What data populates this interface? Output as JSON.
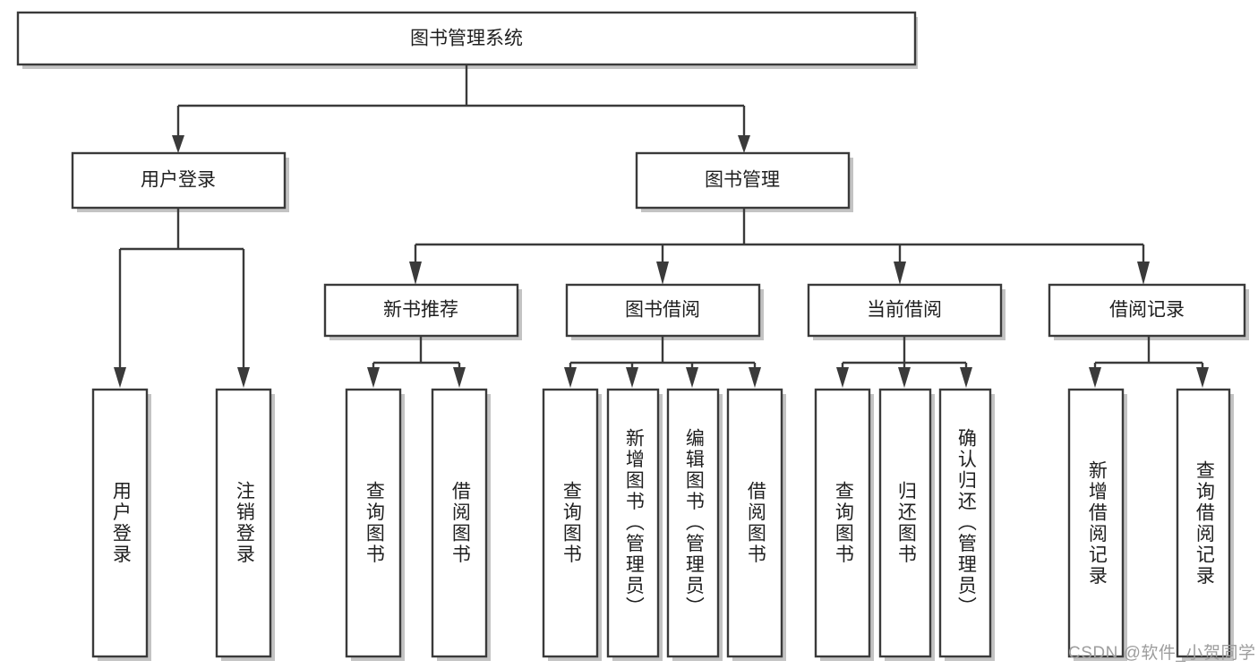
{
  "diagram": {
    "title": "图书管理系统",
    "type": "tree-hierarchy",
    "watermark": "CSDN @软件_小贺同学",
    "colors": {
      "stroke": "#3a3a3a",
      "fill": "#ffffff",
      "text": "#1f1f1f",
      "shadow": "#b9b9b9",
      "watermark": "#9d9d9d"
    },
    "levels": {
      "root": {
        "label": "图书管理系统"
      },
      "level2": [
        {
          "id": "user-login",
          "label": "用户登录"
        },
        {
          "id": "book-manage",
          "label": "图书管理"
        }
      ],
      "level3": [
        {
          "id": "new-book-recommend",
          "label": "新书推荐",
          "parent": "book-manage"
        },
        {
          "id": "book-borrow",
          "label": "图书借阅",
          "parent": "book-manage"
        },
        {
          "id": "current-borrow",
          "label": "当前借阅",
          "parent": "book-manage"
        },
        {
          "id": "borrow-record",
          "label": "借阅记录",
          "parent": "book-manage"
        }
      ],
      "leaves": [
        {
          "id": "leaf-user-login",
          "label": "用户登录",
          "parent": "user-login"
        },
        {
          "id": "leaf-user-logout",
          "label": "注销登录",
          "parent": "user-login"
        },
        {
          "id": "leaf-query-book-1",
          "label": "查询图书",
          "parent": "new-book-recommend"
        },
        {
          "id": "leaf-borrow-book-1",
          "label": "借阅图书",
          "parent": "new-book-recommend"
        },
        {
          "id": "leaf-query-book-2",
          "label": "查询图书",
          "parent": "book-borrow"
        },
        {
          "id": "leaf-add-book",
          "label": "新增图书（管理员）",
          "parent": "book-borrow"
        },
        {
          "id": "leaf-edit-book",
          "label": "编辑图书（管理员）",
          "parent": "book-borrow"
        },
        {
          "id": "leaf-borrow-book-2",
          "label": "借阅图书",
          "parent": "book-borrow"
        },
        {
          "id": "leaf-query-book-3",
          "label": "查询图书",
          "parent": "current-borrow"
        },
        {
          "id": "leaf-return-book",
          "label": "归还图书",
          "parent": "current-borrow"
        },
        {
          "id": "leaf-confirm-return",
          "label": "确认归还（管理员）",
          "parent": "current-borrow"
        },
        {
          "id": "leaf-add-record",
          "label": "新增借阅记录",
          "parent": "borrow-record"
        },
        {
          "id": "leaf-query-record",
          "label": "查询借阅记录",
          "parent": "borrow-record"
        }
      ]
    }
  }
}
